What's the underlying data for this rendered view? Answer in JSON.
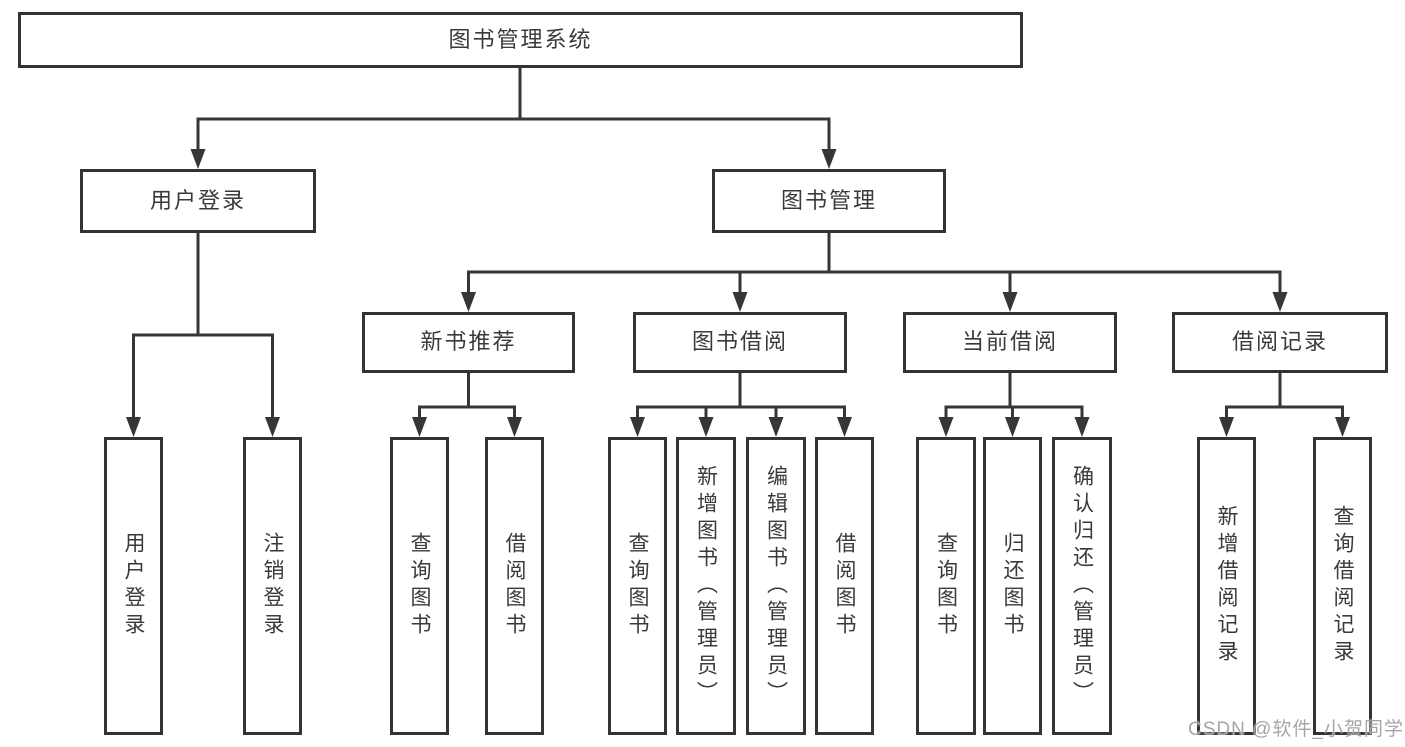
{
  "tree": {
    "root": "图书管理系统",
    "branches": [
      {
        "label": "用户登录",
        "children": [
          "用户登录",
          "注销登录"
        ]
      },
      {
        "label": "图书管理",
        "groups": [
          {
            "label": "新书推荐",
            "children": [
              "查询图书",
              "借阅图书"
            ]
          },
          {
            "label": "图书借阅",
            "children": [
              "查询图书",
              "新增图书（管理员）",
              "编辑图书（管理员）",
              "借阅图书"
            ]
          },
          {
            "label": "当前借阅",
            "children": [
              "查询图书",
              "归还图书",
              "确认归还（管理员）"
            ]
          },
          {
            "label": "借阅记录",
            "children": [
              "新增借阅记录",
              "查询借阅记录"
            ]
          }
        ]
      }
    ]
  },
  "watermark": {
    "text": "CSDN @软件_小贺同学"
  },
  "colors": {
    "line": "#363636",
    "box_border": "#333333",
    "text": "#3a3a3a",
    "watermark": "#9e9e9e",
    "background": "#ffffff"
  }
}
